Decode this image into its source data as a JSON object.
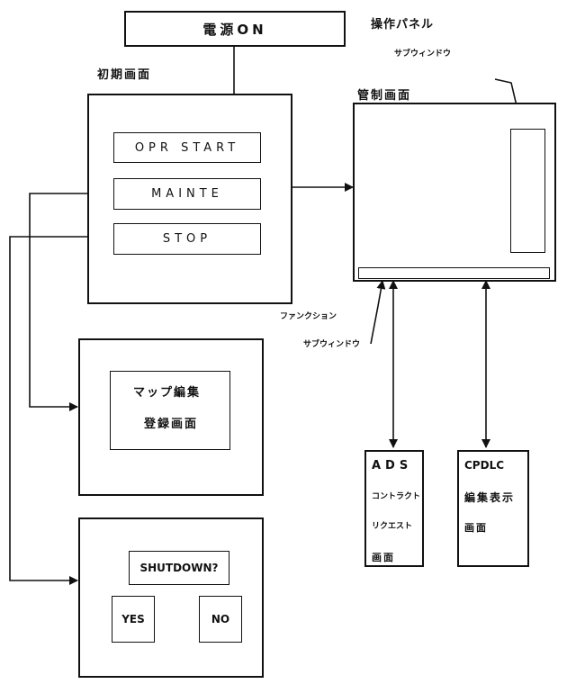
{
  "labels": {
    "power_on": "電源ON",
    "initial_screen": "初期画面",
    "opr_start": "OPR START",
    "mainte": "MAINTE",
    "stop": "STOP",
    "operation_panel": "操作パネル",
    "sub_window_top": "サブウィンドウ",
    "control_screen": "管制画面",
    "function": "ファンクション",
    "sub_window_bottom": "サブウィンドウ",
    "map_edit_line1": "マップ編集",
    "map_edit_line2": "登録画面",
    "shutdown_question": "SHUTDOWN?",
    "yes": "YES",
    "no": "NO",
    "ads_line1": "ADS",
    "ads_line2": "コントラクト",
    "ads_line3": "リクエスト",
    "ads_line4": "画面",
    "cpdlc_line1": "CPDLC",
    "cpdlc_line2": "編集表示",
    "cpdlc_line3": "画面"
  }
}
